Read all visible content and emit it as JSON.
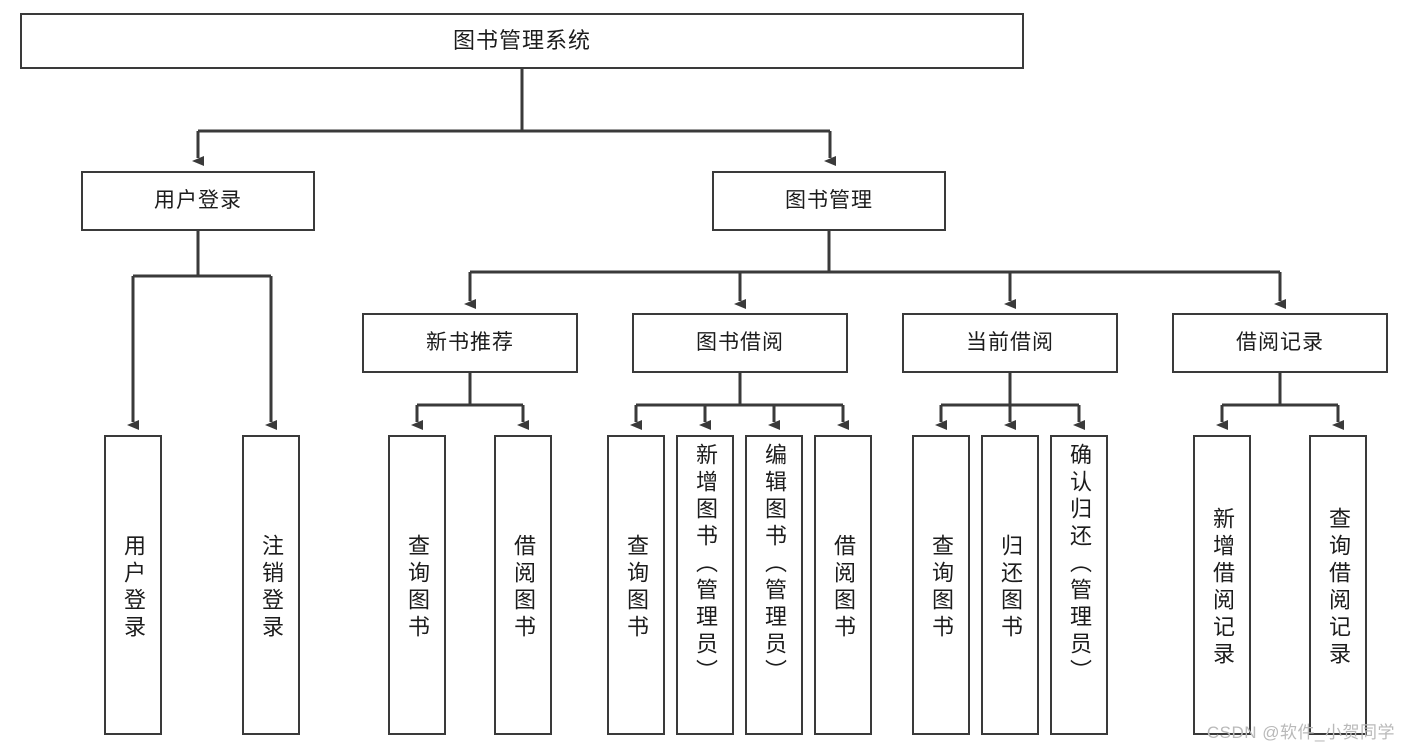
{
  "diagram": {
    "type": "tree",
    "title": "图书管理系统",
    "watermark": "CSDN @软件_小贺同学",
    "colors": {
      "box_border": "#3a3a3a",
      "box_fill": "#ffffff",
      "connector": "#3a3a3a",
      "text": "#1c1c1c",
      "watermark": "#b9b9b9",
      "background": "#ffffff"
    },
    "root": {
      "label": "图书管理系统"
    },
    "level2": [
      {
        "label": "用户登录"
      },
      {
        "label": "图书管理"
      }
    ],
    "level3": [
      {
        "label": "新书推荐"
      },
      {
        "label": "图书借阅"
      },
      {
        "label": "当前借阅"
      },
      {
        "label": "借阅记录"
      }
    ],
    "leaves": {
      "user_login": [
        {
          "label": "用户登录"
        },
        {
          "label": "注销登录"
        }
      ],
      "new_book_recommend": [
        {
          "label": "查询图书"
        },
        {
          "label": "借阅图书"
        }
      ],
      "book_borrow": [
        {
          "label": "查询图书"
        },
        {
          "label": "新增图书（管理员）"
        },
        {
          "label": "编辑图书（管理员）"
        },
        {
          "label": "借阅图书"
        }
      ],
      "current_borrow": [
        {
          "label": "查询图书"
        },
        {
          "label": "归还图书"
        },
        {
          "label": "确认归还（管理员）"
        }
      ],
      "borrow_record": [
        {
          "label": "新增借阅记录"
        },
        {
          "label": "查询借阅记录"
        }
      ]
    }
  }
}
